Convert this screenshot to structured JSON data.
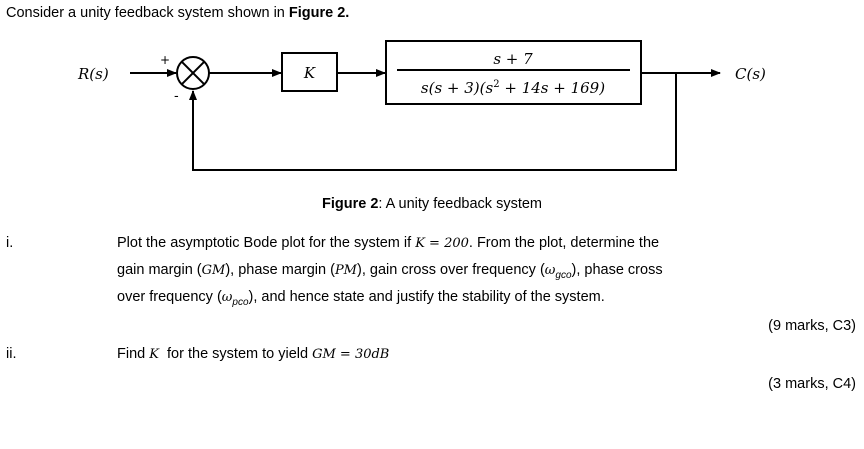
{
  "intro": {
    "text": "Consider a unity feedback system shown in ",
    "figure_ref": "Figure 2."
  },
  "diagram": {
    "input_label": "R(s)",
    "output_label": "C(s)",
    "plus_sign": "+",
    "minus_sign": "-",
    "gain_block": "K",
    "plant_numerator": "s + 7",
    "plant_denominator_parts": [
      "s(s + 3)(s",
      "2",
      " + 14s + 169)"
    ]
  },
  "caption": {
    "label": "Figure 2",
    "text": ": A unity feedback system"
  },
  "questions": [
    {
      "number": "i.",
      "line1_a": "Plot the asymptotic Bode plot for the system if ",
      "line1_math": "K = 200",
      "line1_b": ". From the plot, determine the",
      "line2_a": "gain margin (",
      "line2_gm": "GM",
      "line2_b": "), phase margin (",
      "line2_pm": "PM",
      "line2_c": "), gain cross over frequency (",
      "line2_w": "ω",
      "line2_sub": "gco",
      "line2_d": "), phase cross",
      "line3_a": "over frequency (",
      "line3_w": "ω",
      "line3_sub": "pco",
      "line3_b": "), and hence state and justify the stability of the system.",
      "marks": "(9 marks, C3)"
    },
    {
      "number": "ii.",
      "text_a": "Find ",
      "math_k": "K",
      "text_b": "  for the system to yield ",
      "math_gm": "GM = 30dB",
      "marks": "(3 marks, C4)"
    }
  ]
}
